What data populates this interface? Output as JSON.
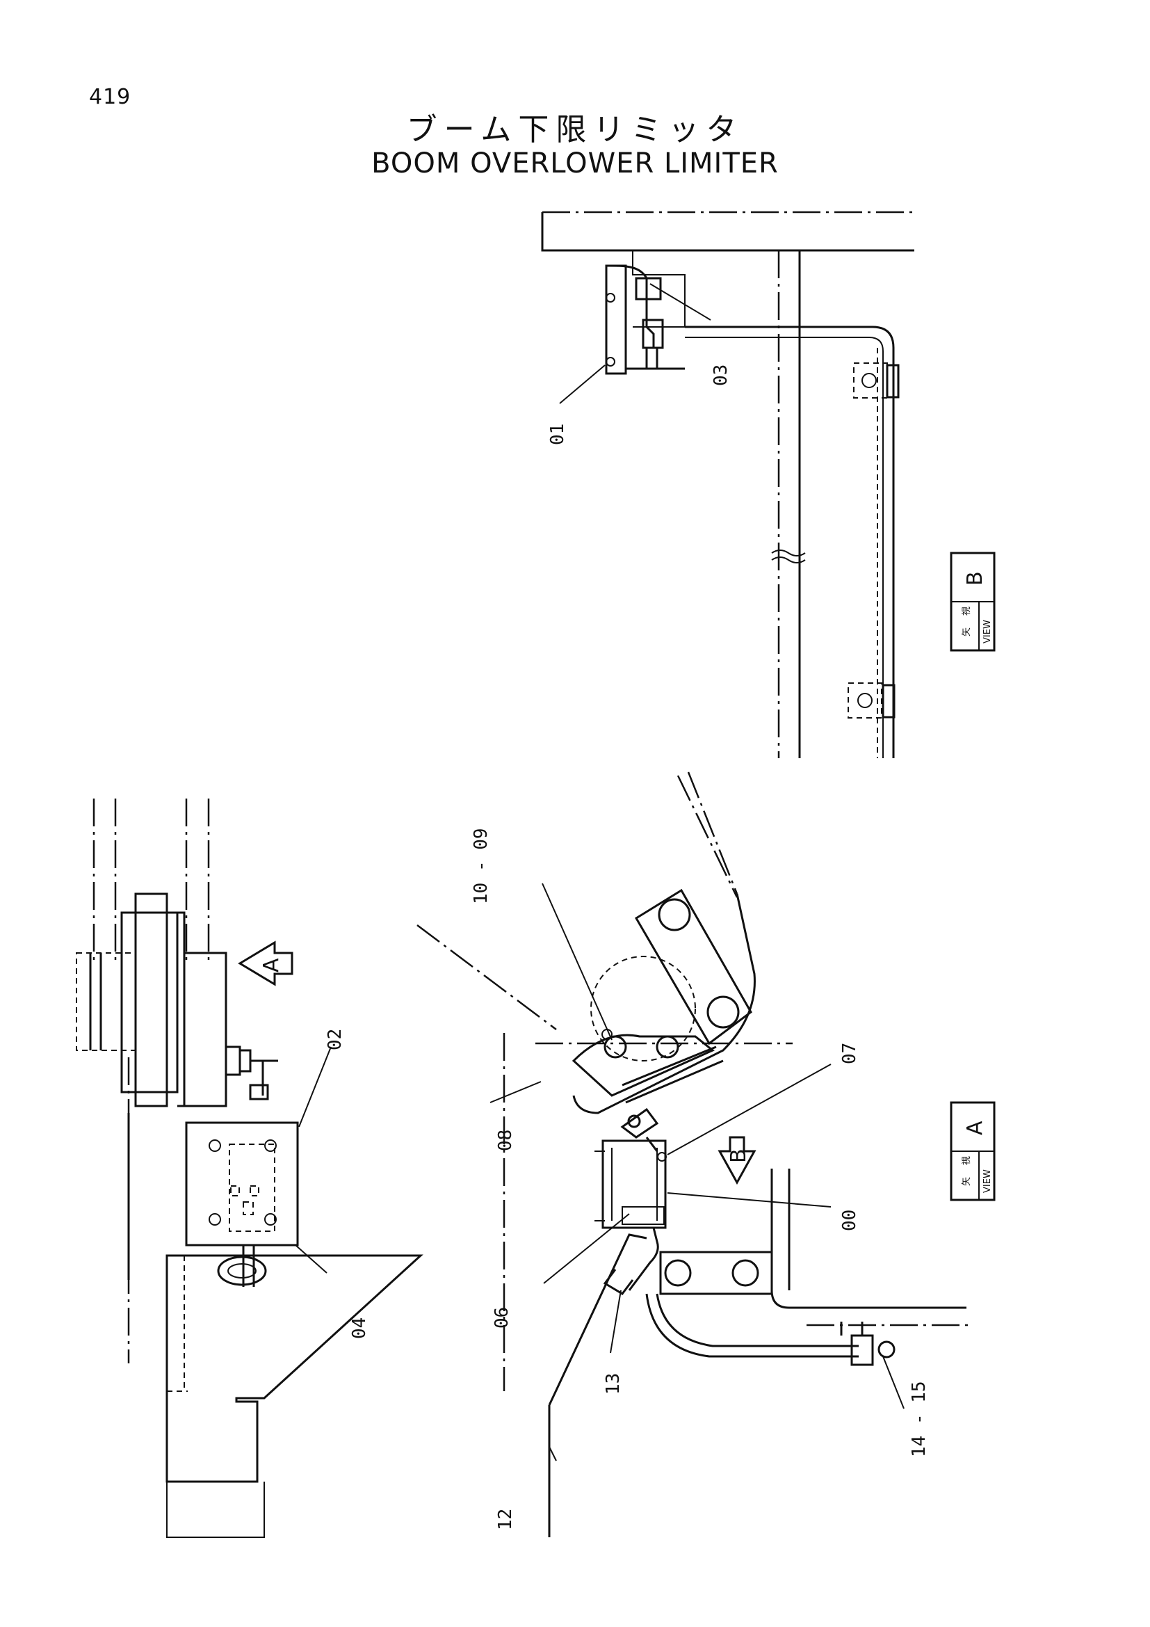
{
  "page": {
    "number": "419"
  },
  "title": {
    "japanese": "ブーム下限リミッタ",
    "english": "BOOM OVERLOWER LIMITER"
  },
  "view_boxes": [
    {
      "id": "view-b",
      "kanji_top": "矢",
      "kanji_bottom": "視",
      "word": "VIEW",
      "letter": "B"
    },
    {
      "id": "view-a",
      "kanji_top": "矢",
      "kanji_bottom": "視",
      "word": "VIEW",
      "letter": "A"
    }
  ],
  "direction_arrows": {
    "a": "A",
    "b": "B"
  },
  "part_labels": {
    "p00": "00",
    "p01": "01",
    "p02": "02",
    "p03": "03",
    "p04": "04",
    "p06": "06",
    "p07": "07",
    "p08": "08",
    "p09_10": "10 - 09",
    "p12": "12",
    "p13": "13",
    "p14_15": "14 - 15"
  }
}
